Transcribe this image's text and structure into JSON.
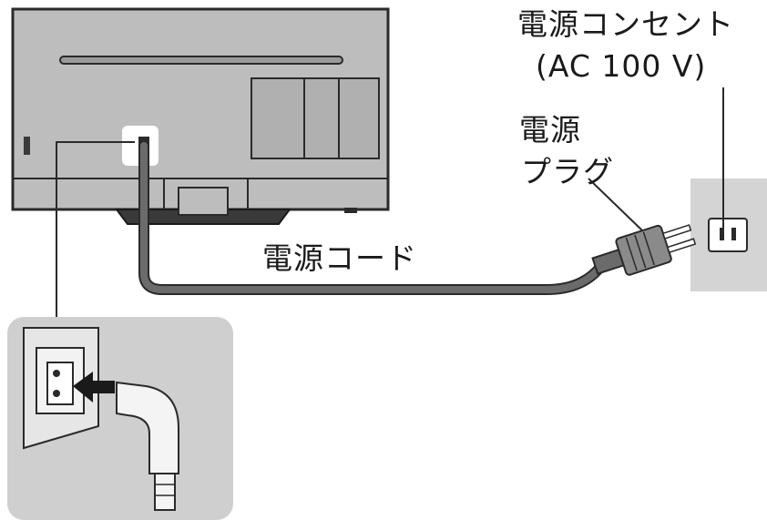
{
  "labels": {
    "outlet_title": "電源コンセント",
    "outlet_spec": "(AC 100 V)",
    "plug_line1": "電源",
    "plug_line2": "プラグ",
    "cord": "電源コード"
  },
  "colors": {
    "tv_body": "#bdbdbd",
    "tv_outline": "#2a2a2a",
    "cord": "#6b6b6b",
    "wall_plate": "#d4d4d4",
    "inset_panel": "#cfcfcf",
    "arrow": "#1a1a1a"
  },
  "icons": [
    "tv-rear-panel",
    "power-cord",
    "power-plug",
    "wall-outlet",
    "power-inlet-closeup",
    "insert-arrow"
  ]
}
